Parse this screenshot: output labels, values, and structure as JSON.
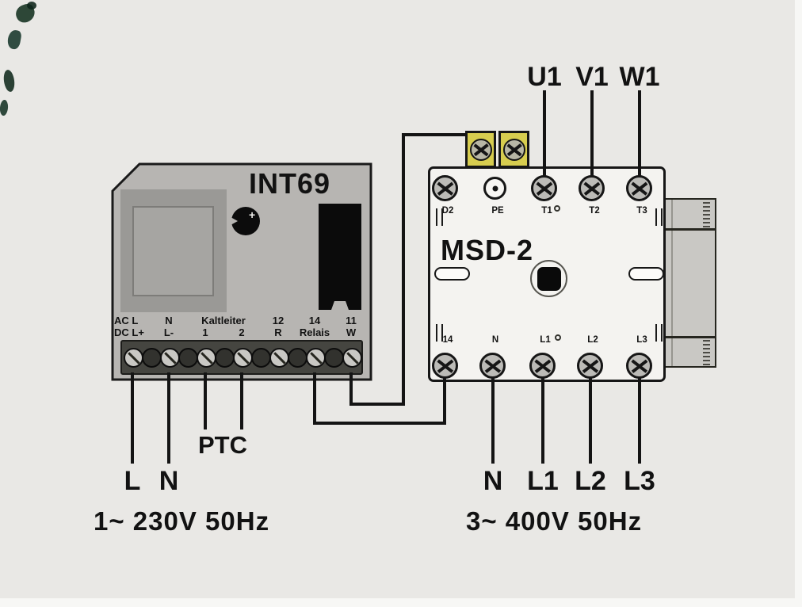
{
  "colors": {
    "background": "#e9e8e5",
    "module_body": "#b7b5b2",
    "msd_body": "#f4f3f0",
    "pe_terminal_yellow": "#d7cd4f",
    "wire": "#141414",
    "text": "#121212"
  },
  "int69": {
    "title": "INT69",
    "dial_mark": "+",
    "terminal_row_top": [
      "AC L",
      "N",
      "Kaltleiter",
      "12",
      "14",
      "11"
    ],
    "terminal_row_bottom": [
      "DC L+",
      "L-",
      "1",
      "2",
      "R",
      "Relais",
      "W"
    ]
  },
  "msd2": {
    "title": "MSD-2",
    "top_terminals": [
      "D2",
      "PE",
      "T1",
      "T2",
      "T3"
    ],
    "bottom_terminals": [
      "14",
      "N",
      "L1",
      "L2",
      "L3"
    ]
  },
  "connections": {
    "motor_phase_labels": [
      "U1",
      "V1",
      "W1"
    ],
    "supply_phase_labels": [
      "N",
      "L1",
      "L2",
      "L3"
    ],
    "ptc_label": "PTC",
    "line_label": "L",
    "neutral_label": "N",
    "single_phase_supply": "1~ 230V 50Hz",
    "three_phase_supply": "3~ 400V 50Hz"
  }
}
